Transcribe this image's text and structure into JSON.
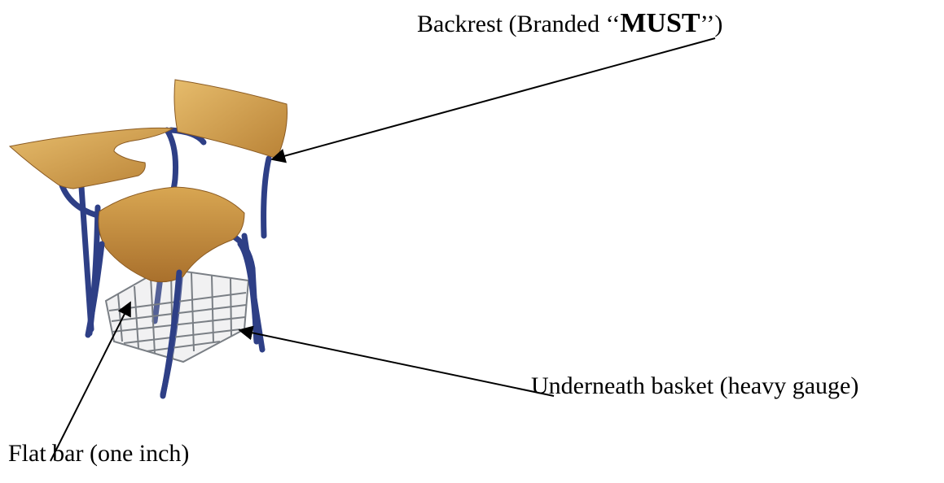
{
  "labels": {
    "backrest": {
      "prefix": "Backrest (Branded ‘‘",
      "brand": "MUST",
      "suffix": "’’)"
    },
    "basket": "Underneath basket (heavy gauge)",
    "flat_bar": "Flat bar (one inch)"
  },
  "colors": {
    "wood": "#C9963E",
    "wood_light": "#E2B765",
    "frame": "#2E3F86",
    "wire": "#7A7F85",
    "arrow": "#000000"
  }
}
